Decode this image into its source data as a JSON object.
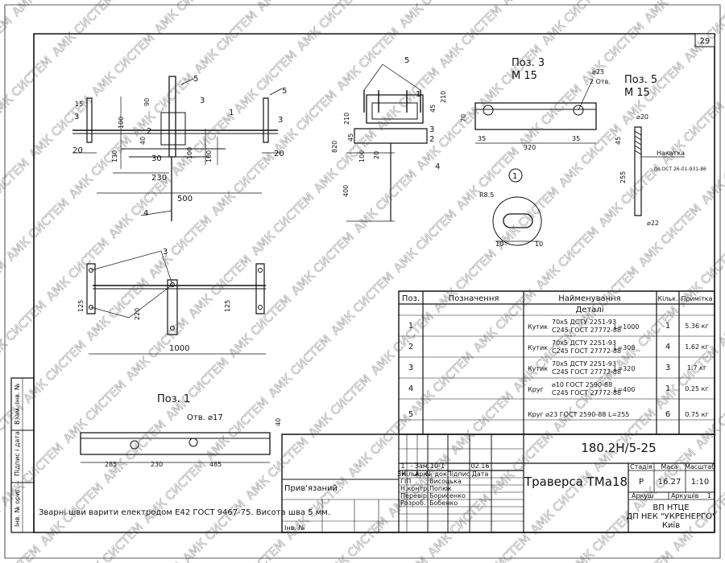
{
  "sheet_number": "29",
  "watermark_text": "АМК СИСТЕМ",
  "views": {
    "pos3_label": "Поз. 3",
    "pos3_weld": "М 15",
    "pos5_label": "Поз. 5",
    "pos5_weld": "М 15",
    "pos1_label": "Поз. 1",
    "pos1_hole": "Отв. ⌀17"
  },
  "dims": {
    "front_500": "500",
    "front_230": "230",
    "front_130": "130",
    "front_100a": "100",
    "front_100b": "100",
    "front_30": "30",
    "front_20a": "20",
    "front_20b": "20",
    "front_90": "90",
    "front_40": "40",
    "front_100v": "100",
    "front_15": "15",
    "side_820": "820",
    "side_400": "400",
    "side_210": "210",
    "side_45": "45",
    "side_100": "100",
    "side_20": "20",
    "side_45b": "45",
    "side_210b": "210",
    "p3_d23": "⌀23",
    "p3_2otv": "2 Отв.",
    "p3_35a": "35",
    "p3_35b": "35",
    "p3_320": "320",
    "p3_70": "70",
    "p5_d20": "⌀20",
    "p5_255": "255",
    "p5_45": "45",
    "p5_d22": "⌀22",
    "p5_nakatka": "Накатка",
    "p5_ost": "по ОСТ 26-01-931-86",
    "slot_r85": "R8.5",
    "slot_10a": "10",
    "slot_10b": "10",
    "plan_1000": "1000",
    "plan_220": "220",
    "plan_125": "125",
    "plan_125b": "125",
    "p1_285": "285",
    "p1_230": "230",
    "p1_485": "485",
    "p1_40": "40"
  },
  "leaders": [
    "1",
    "2",
    "3",
    "3",
    "4",
    "5",
    "5",
    "5",
    "2",
    "3",
    "3",
    "1",
    "5",
    "4",
    "3",
    "2",
    "1"
  ],
  "spec": {
    "headers": [
      "Поз.",
      "Позначення",
      "Найменування",
      "Кільк.",
      "Примітка"
    ],
    "section": "Деталі",
    "rows": [
      {
        "pos": "1",
        "prefix": "Кутик",
        "name1": "70х5 ДСТУ 2251-93",
        "name2": "C245 ГОСТ 27772-88",
        "length": "L=1000",
        "qty": "1",
        "note": "5.36 кг"
      },
      {
        "pos": "2",
        "prefix": "Кутик",
        "name1": "70х5 ДСТУ 2251-93",
        "name2": "C245 ГОСТ 27772-88",
        "length": "L=300",
        "qty": "4",
        "note": "1.62 кг"
      },
      {
        "pos": "3",
        "prefix": "Кутик",
        "name1": "70х5 ДСТУ 2251-93",
        "name2": "C245 ГОСТ 27772-88",
        "length": "L=320",
        "qty": "3",
        "note": "1.7 кг"
      },
      {
        "pos": "4",
        "prefix": "Круг",
        "name1": "⌀10 ГОСТ 2590-88",
        "name2": "C245 ГОСТ 27772-88",
        "length": "L=400",
        "qty": "1",
        "note": "0.25 кг"
      },
      {
        "pos": "5",
        "prefix": "Круг",
        "name1": "⌀23 ГОСТ 2590-88 L=255",
        "name2": "",
        "length": "",
        "qty": "6",
        "note": "0.75 кг"
      }
    ]
  },
  "title_block": {
    "doc_code": "180.2Н/5-25",
    "title": "Траверса ТМа18",
    "stage_h": "Стадія",
    "mass_h": "Маса",
    "scale_h": "Масштаб",
    "stage": "Р",
    "mass": "16.27",
    "scale": "1:10",
    "sheet_h": "Аркуш",
    "sheets_h": "Аркушів",
    "sheets": "1",
    "org1": "ВП НТЦЕ",
    "org2": "ДП НЕК \"УКРЕНЕРГО\"",
    "org3": "Київ",
    "rev_headers": [
      "Зм.",
      "Кільк.",
      "Арк.",
      "№ док.",
      "Підпис",
      "Дата"
    ],
    "rev_row": [
      "1",
      "-",
      "Зам.",
      "10-1",
      "",
      "02.16"
    ],
    "roles": [
      {
        "role": "ГІП",
        "name": "Висоцька"
      },
      {
        "role": "Н.контр.",
        "name": "Попюк"
      },
      {
        "role": "Перевір.",
        "name": "Борисенко"
      },
      {
        "role": "Розроб.",
        "name": "Бобенко"
      }
    ],
    "attached": "Прив'язаний",
    "inv_no": "Інв. №"
  },
  "side_stamp": [
    "Інв. № ориг.",
    "Підпис і дата",
    "Взам. інв. №"
  ],
  "weld_note": "Зварні шви варити електродом Е42 ГОСТ 9467-75. Висота шва 5 мм."
}
